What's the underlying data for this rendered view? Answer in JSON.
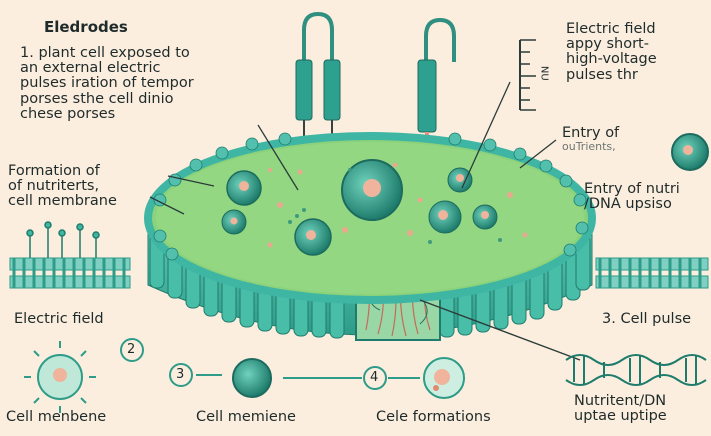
{
  "labels": {
    "electrodes_title": "Eledrodes",
    "step1_lines": [
      "1. plant cell exposed to",
      "an external electric",
      "pulses iration of tempor",
      "porses sthe  cell dinio",
      "chese porses"
    ],
    "electric_field_lines": [
      "Electric field",
      "appy short-",
      "high-voltage",
      "pulses thr"
    ],
    "formation_lines": [
      "Formation of",
      "of nutriterts,",
      "cell membrane"
    ],
    "entry_top_lines": [
      "Entry of",
      "ouTrients,"
    ],
    "entry_mid_lines": [
      "Entry of nutri",
      "/DNA upsiso"
    ],
    "electric_field_left": "Electric field",
    "cell_pulse": "3. Cell pulse",
    "bottom_left": "Cell menbene",
    "bottom_mid": "Cell memiene",
    "bottom_center": "Cele formations",
    "bottom_right_lines": [
      "Nutritent/DN",
      "uptae uptipe"
    ],
    "num_2": "2",
    "num_3": "3",
    "num_4": "4",
    "ruler_mark": "NU"
  },
  "colors": {
    "background": "#fbeede",
    "cell_green": "#8bd27a",
    "membrane_teal": "#3fb5a4",
    "nucleus_teal": "#2d8f7d",
    "pink": "#f1a98f"
  }
}
